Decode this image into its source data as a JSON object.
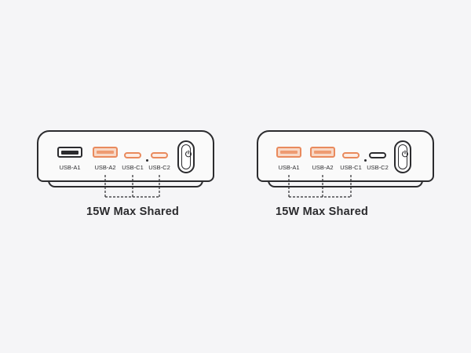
{
  "left_device": {
    "ports": [
      {
        "label": "USB-A1",
        "type": "usb-a",
        "state": "inactive"
      },
      {
        "label": "USB-A2",
        "type": "usb-a",
        "state": "active"
      },
      {
        "label": "USB-C1",
        "type": "usb-c",
        "state": "active"
      },
      {
        "label": "USB-C2",
        "type": "usb-c",
        "state": "active"
      }
    ],
    "caption": "15W Max Shared"
  },
  "right_device": {
    "ports": [
      {
        "label": "USB-A1",
        "type": "usb-a",
        "state": "active"
      },
      {
        "label": "USB-A2",
        "type": "usb-a",
        "state": "active"
      },
      {
        "label": "USB-C1",
        "type": "usb-c",
        "state": "active"
      },
      {
        "label": "USB-C2",
        "type": "usb-c",
        "state": "inactive"
      }
    ],
    "caption": "15W Max Shared"
  },
  "colors": {
    "active": "#e98a5d",
    "outline": "#2b2b2e",
    "background": "#f5f5f7"
  },
  "icons": {
    "power": "power-icon",
    "separator": "dot-icon"
  }
}
